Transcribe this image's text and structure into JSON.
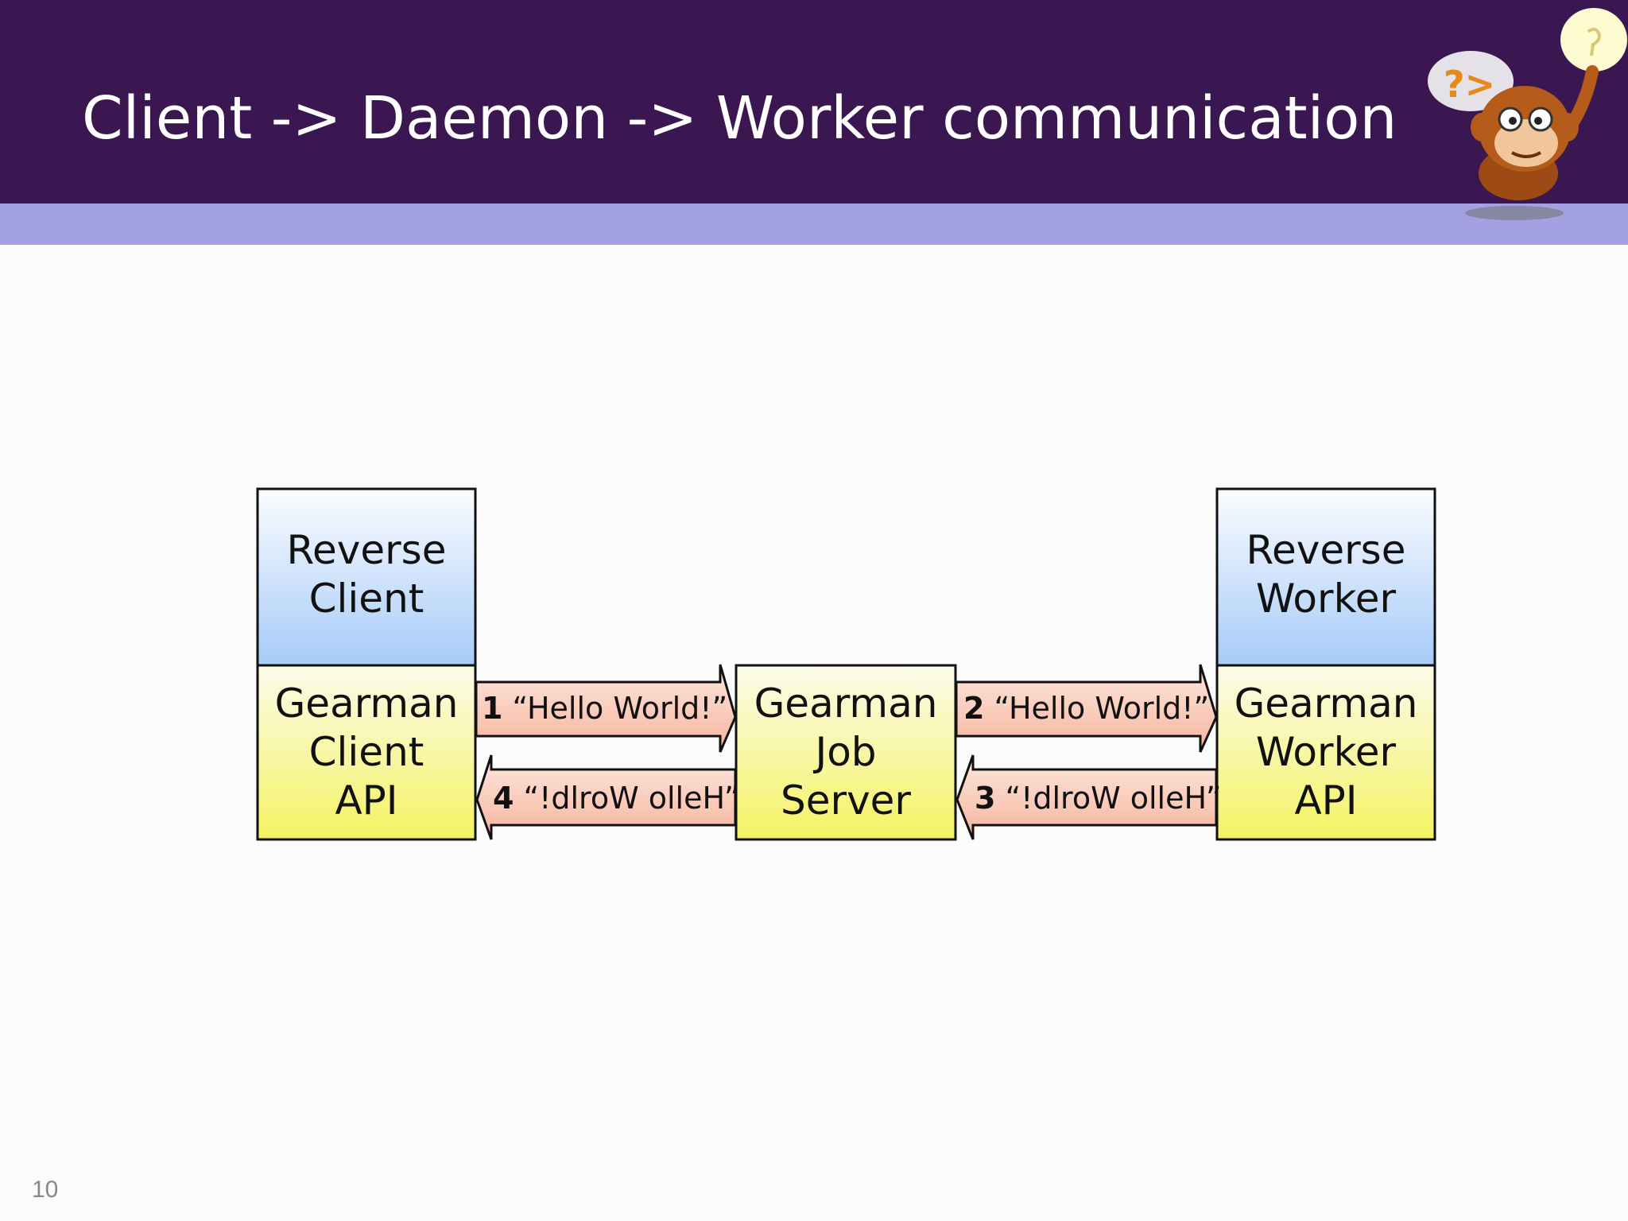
{
  "slide": {
    "title": "Client -> Daemon -> Worker communication",
    "page_number": "10"
  },
  "mascot": {
    "icon": "monkey-lightbulb-mascot",
    "bubble_text": "?>"
  },
  "colors": {
    "header_bg": "#3b1752",
    "stripe": "#a3a1e2",
    "app_box_top": "#a8cffb",
    "api_box": "#f5f56a",
    "arrow_fill": "#f8b8a2"
  },
  "diagram": {
    "client_app": {
      "line1": "Reverse",
      "line2": "Client"
    },
    "client_api": {
      "line1": "Gearman",
      "line2": "Client",
      "line3": "API"
    },
    "job_server": {
      "line1": "Gearman",
      "line2": "Job",
      "line3": "Server"
    },
    "worker_app": {
      "line1": "Reverse",
      "line2": "Worker"
    },
    "worker_api": {
      "line1": "Gearman",
      "line2": "Worker",
      "line3": "API"
    },
    "arrows": {
      "step1": {
        "num": "1",
        "text": "“Hello World!”"
      },
      "step2": {
        "num": "2",
        "text": "“Hello World!”"
      },
      "step3": {
        "num": "3",
        "text": "“!dlroW olleH”"
      },
      "step4": {
        "num": "4",
        "text": "“!dlroW olleH”"
      }
    }
  }
}
